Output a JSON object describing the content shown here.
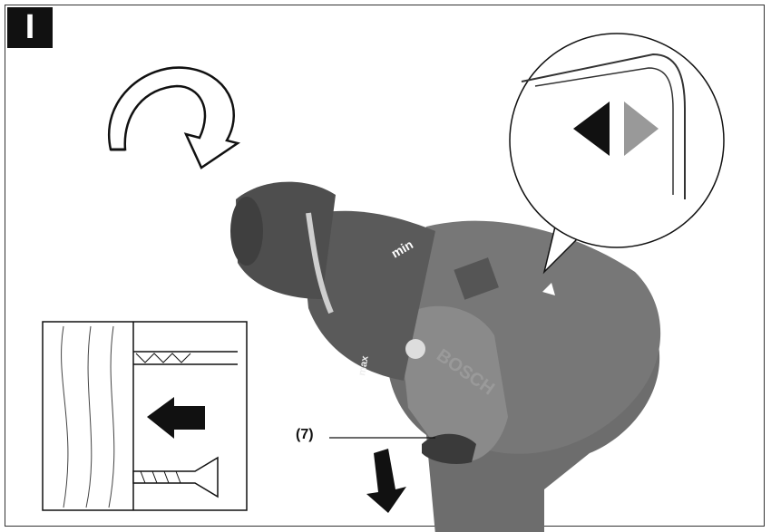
{
  "figure": {
    "label": "I",
    "callout": "(7)",
    "brand": "BOSCH",
    "ring_min": "min",
    "ring_max": "max",
    "icons": [
      "rotation-arrow-icon",
      "direction-switch-icon",
      "push-down-arrow-icon",
      "insert-arrow-icon"
    ],
    "colors": {
      "body": "#6d6d6d",
      "dark": "#3f3f3f",
      "light": "#a8a8a8",
      "frame": "#333333"
    }
  }
}
